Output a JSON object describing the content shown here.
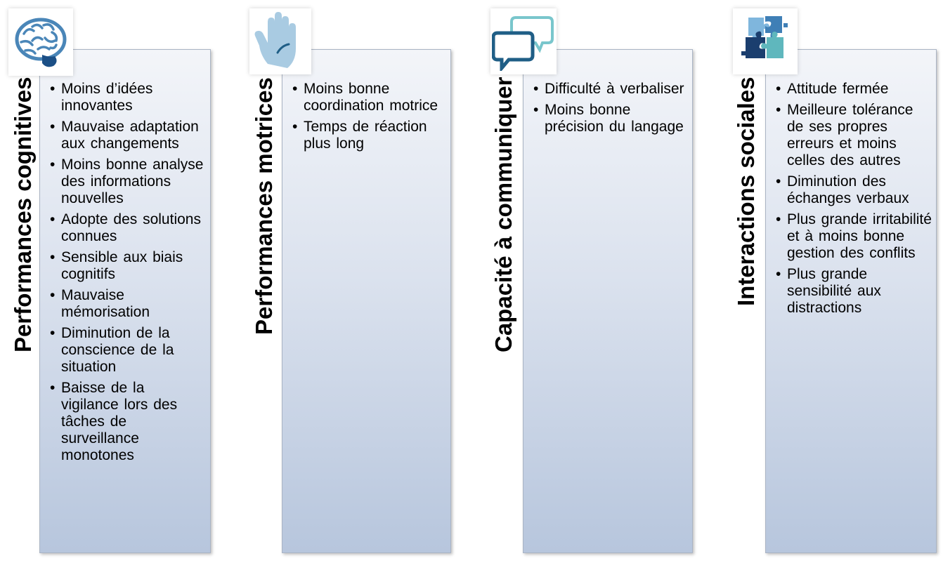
{
  "columns": [
    {
      "title": "Performances cognitives",
      "icon": "brain-icon",
      "items": [
        "Moins d’idées innovantes",
        "Mauvaise adaptation  aux changements",
        "Moins bonne analyse des informations nouvelles",
        " Adopte  des solutions  connues",
        "Sensible aux biais cognitifs",
        "Mauvaise mémorisation",
        "Diminution de la conscience de la situation",
        "Baisse de la vigilance lors des tâches de surveillance monotones"
      ]
    },
    {
      "title": "Performances motrices",
      "icon": "hand-icon",
      "items": [
        "Moins bonne coordination motrice",
        "Temps de réaction plus long"
      ]
    },
    {
      "title": "Capacité à communiquer",
      "icon": "speech-bubbles-icon",
      "items": [
        "Difficulté à verbaliser",
        "Moins bonne précision du langage"
      ]
    },
    {
      "title": "Interactions sociales",
      "icon": "puzzle-icon",
      "items": [
        "Attitude  fermée",
        "Meilleure tolérance de ses propres erreurs et moins celles des autres",
        "Diminution des échanges  verbaux",
        "Plus grande irritabilité et à moins bonne gestion des conflits",
        "Plus grande sensibilité aux distractions"
      ]
    }
  ],
  "colors": {
    "brain": "#4a86b8",
    "hand": "#a9cbe2",
    "bubble_dark": "#1f5e86",
    "bubble_light": "#79c6cc",
    "puzzle_blue": "#3f7fb6",
    "puzzle_navy": "#1b3e6e",
    "puzzle_teal": "#5fb7bd",
    "puzzle_light": "#7fb6dd"
  }
}
